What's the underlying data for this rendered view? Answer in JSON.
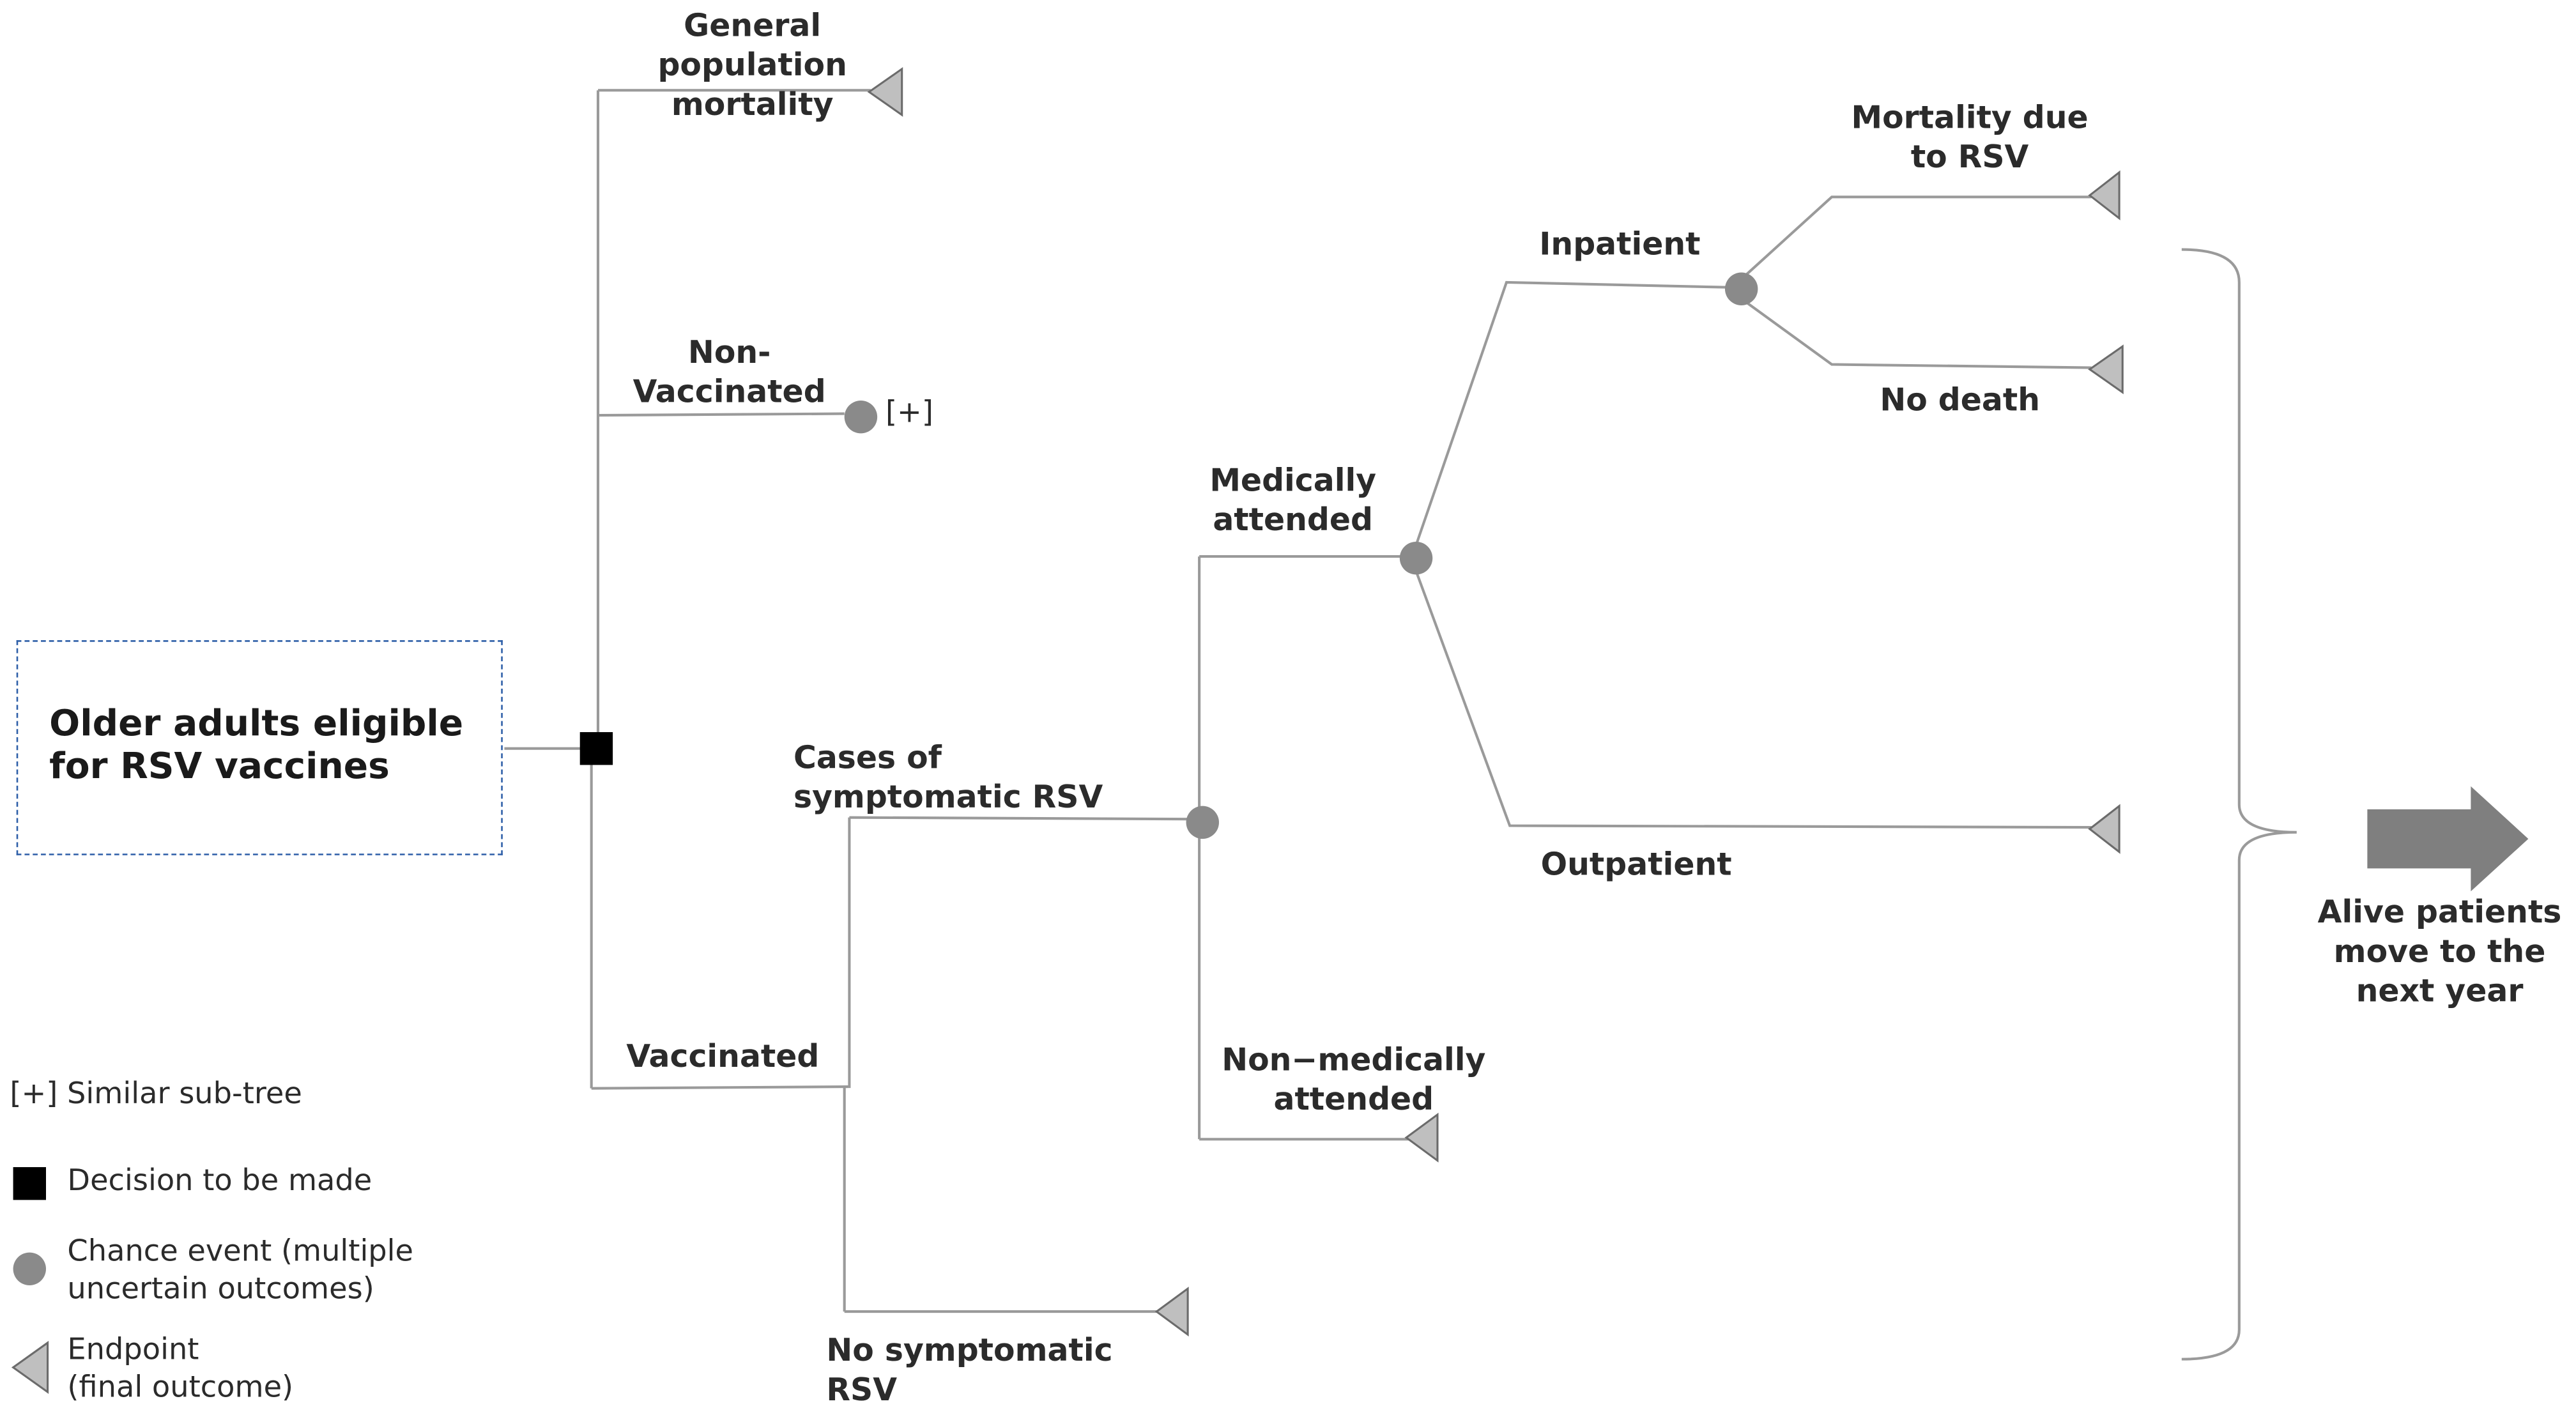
{
  "root": {
    "label": "Older adults eligible\nfor RSV vaccines"
  },
  "branches": {
    "general_population_mortality": "General\npopulation\nmortality",
    "non_vaccinated": "Non-\nVaccinated",
    "vaccinated": "Vaccinated",
    "cases_of_symptomatic_rsv": "Cases of\nsymptomatic RSV",
    "no_symptomatic_rsv": "No symptomatic\nRSV",
    "medically_attended": "Medically\nattended",
    "non_medically_attended": "Non−medically\nattended",
    "inpatient": "Inpatient",
    "outpatient": "Outpatient",
    "mortality_due_to_rsv": "Mortality due\nto RSV",
    "no_death": "No death"
  },
  "subtree_marker": "[+]",
  "outcome": {
    "label": "Alive patients\nmove to the\nnext year"
  },
  "legend": {
    "similar_subtree": "[+] Similar sub-tree",
    "decision": "Decision to be made",
    "chance": "Chance event (multiple\nuncertain outcomes)",
    "endpoint": "Endpoint\n(final outcome)"
  },
  "colors": {
    "line": "#9a9a9a",
    "chance_node": "#8a8a8a",
    "decision_node": "#000000",
    "endpoint_fill": "#bfbfbf",
    "root_border": "#2e5fa8",
    "arrow": "#7f7f7f",
    "text": "#2b2b2b"
  },
  "icons": {
    "decision": "black-square-icon",
    "chance": "grey-circle-icon",
    "endpoint": "left-triangle-icon",
    "outcome_arrow": "right-arrow-icon"
  }
}
